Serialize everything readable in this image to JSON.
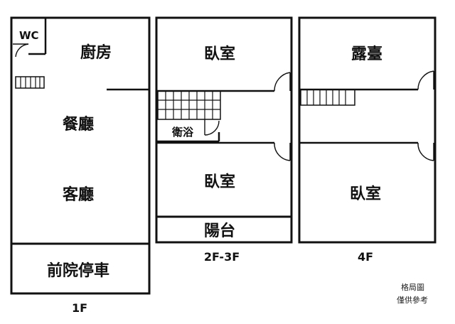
{
  "floor_1": {
    "caption": "1F",
    "rooms": {
      "wc": "WC",
      "kitchen": "廚房",
      "dining": "餐廳",
      "living": "客廳",
      "front_yard_parking": "前院停車"
    }
  },
  "floor_2_3": {
    "caption": "2F-3F",
    "rooms": {
      "bedroom_front": "臥室",
      "bathroom": "衛浴",
      "bedroom_back": "臥室",
      "balcony": "陽台"
    }
  },
  "floor_4": {
    "caption": "4F",
    "rooms": {
      "terrace": "露臺",
      "bedroom": "臥室"
    }
  },
  "notes": {
    "line_1": "格局圖",
    "line_2": "僅供參考"
  }
}
